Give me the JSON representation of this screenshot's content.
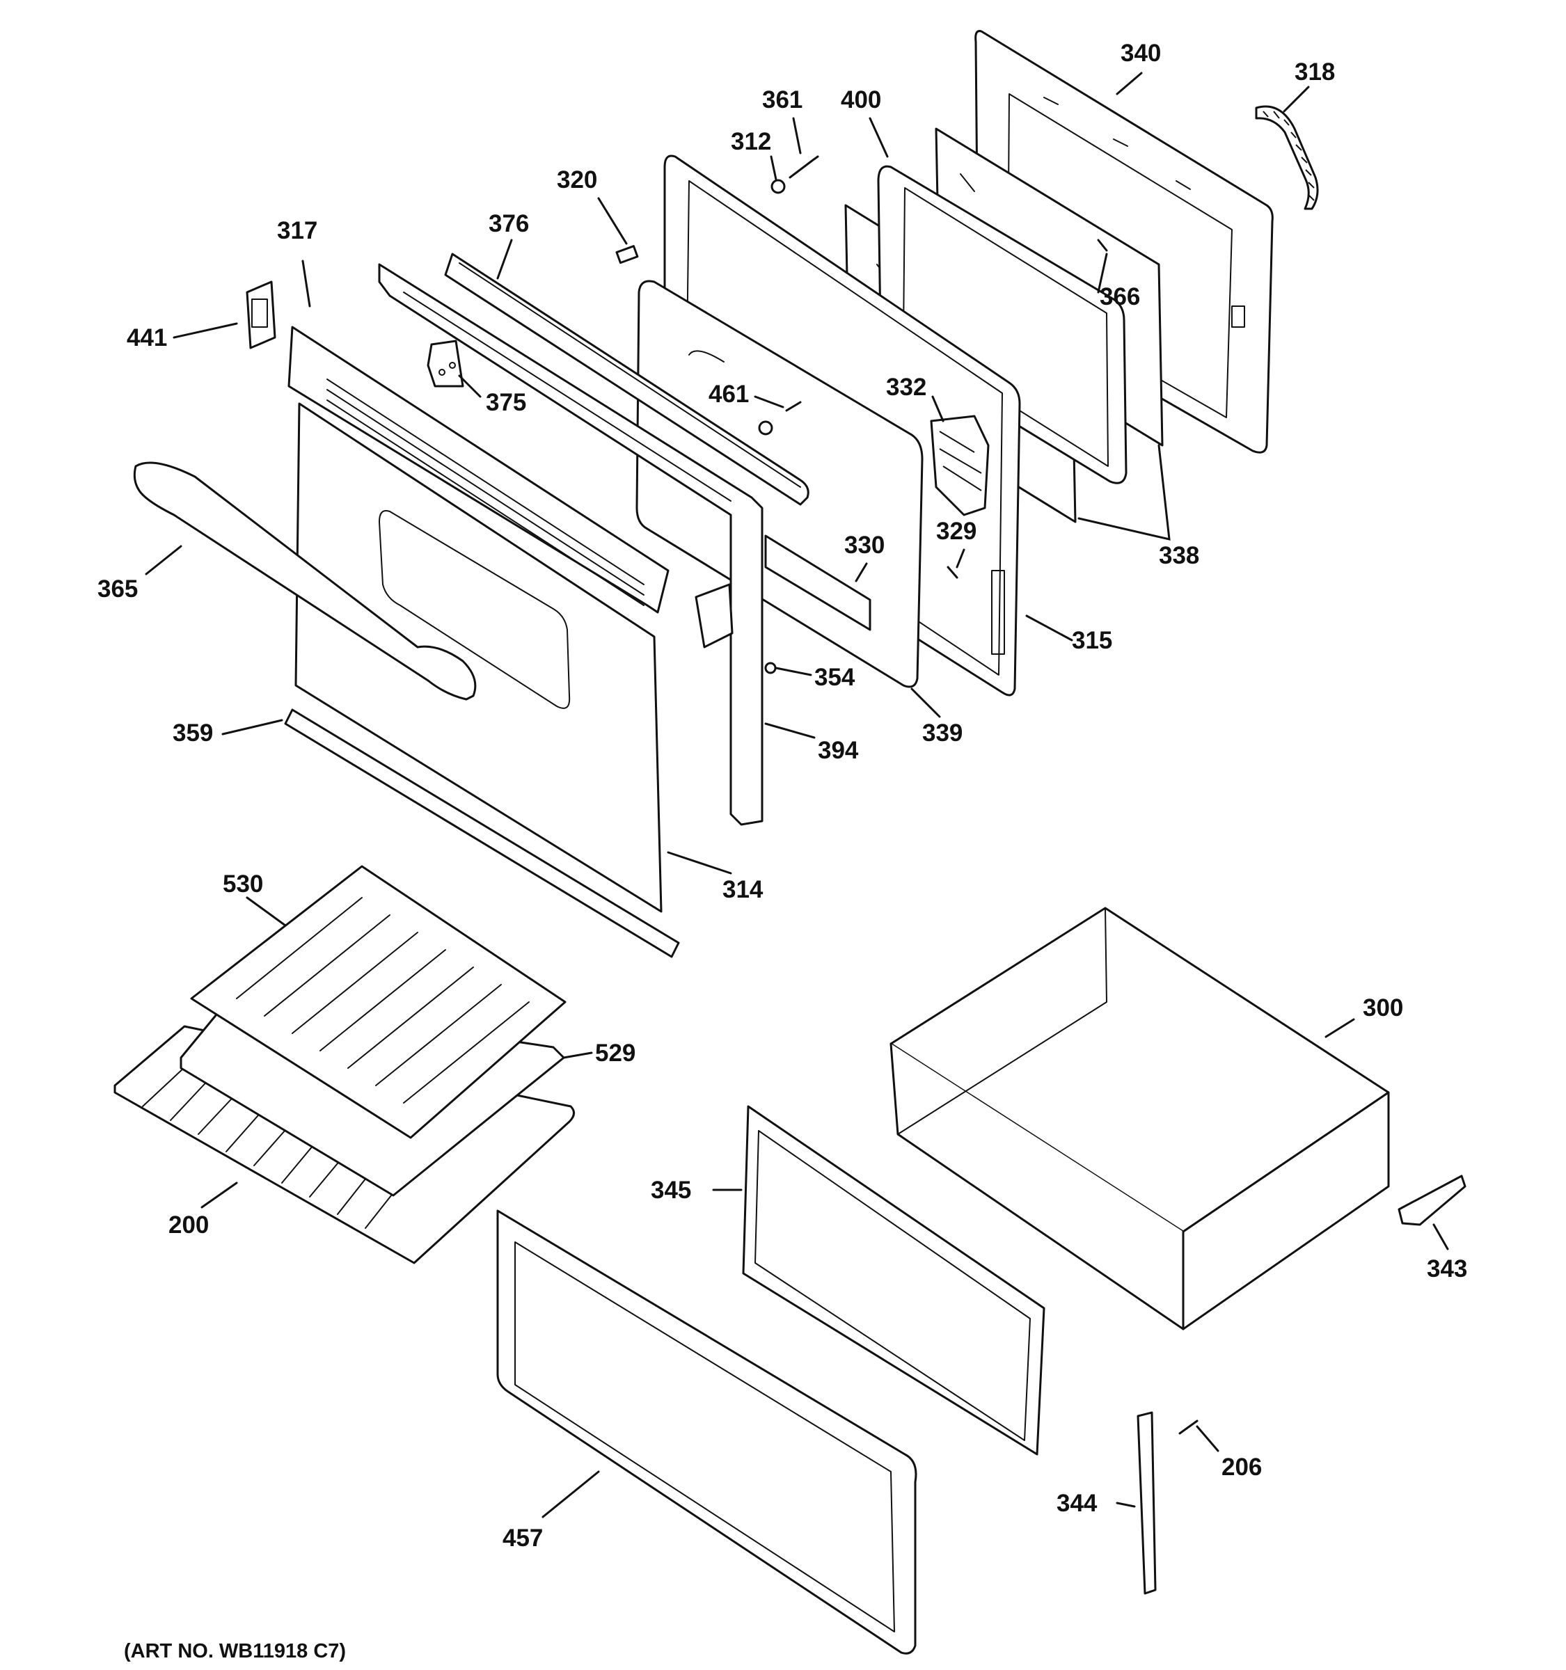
{
  "diagram": {
    "art_number": "(ART NO. WB11918 C7)",
    "callouts": [
      {
        "id": "c340",
        "label": "340"
      },
      {
        "id": "c318",
        "label": "318"
      },
      {
        "id": "c361",
        "label": "361"
      },
      {
        "id": "c400",
        "label": "400"
      },
      {
        "id": "c312",
        "label": "312"
      },
      {
        "id": "c320",
        "label": "320"
      },
      {
        "id": "c376",
        "label": "376"
      },
      {
        "id": "c317",
        "label": "317"
      },
      {
        "id": "c441",
        "label": "441"
      },
      {
        "id": "c375",
        "label": "375"
      },
      {
        "id": "c366",
        "label": "366"
      },
      {
        "id": "c461",
        "label": "461"
      },
      {
        "id": "c332",
        "label": "332"
      },
      {
        "id": "c329",
        "label": "329"
      },
      {
        "id": "c330",
        "label": "330"
      },
      {
        "id": "c338",
        "label": "338"
      },
      {
        "id": "c365",
        "label": "365"
      },
      {
        "id": "c315",
        "label": "315"
      },
      {
        "id": "c354",
        "label": "354"
      },
      {
        "id": "c339",
        "label": "339"
      },
      {
        "id": "c359",
        "label": "359"
      },
      {
        "id": "c394",
        "label": "394"
      },
      {
        "id": "c314",
        "label": "314"
      },
      {
        "id": "c530",
        "label": "530"
      },
      {
        "id": "c300",
        "label": "300"
      },
      {
        "id": "c529",
        "label": "529"
      },
      {
        "id": "c345",
        "label": "345"
      },
      {
        "id": "c200",
        "label": "200"
      },
      {
        "id": "c343",
        "label": "343"
      },
      {
        "id": "c206",
        "label": "206"
      },
      {
        "id": "c344",
        "label": "344"
      },
      {
        "id": "c457",
        "label": "457"
      }
    ]
  }
}
